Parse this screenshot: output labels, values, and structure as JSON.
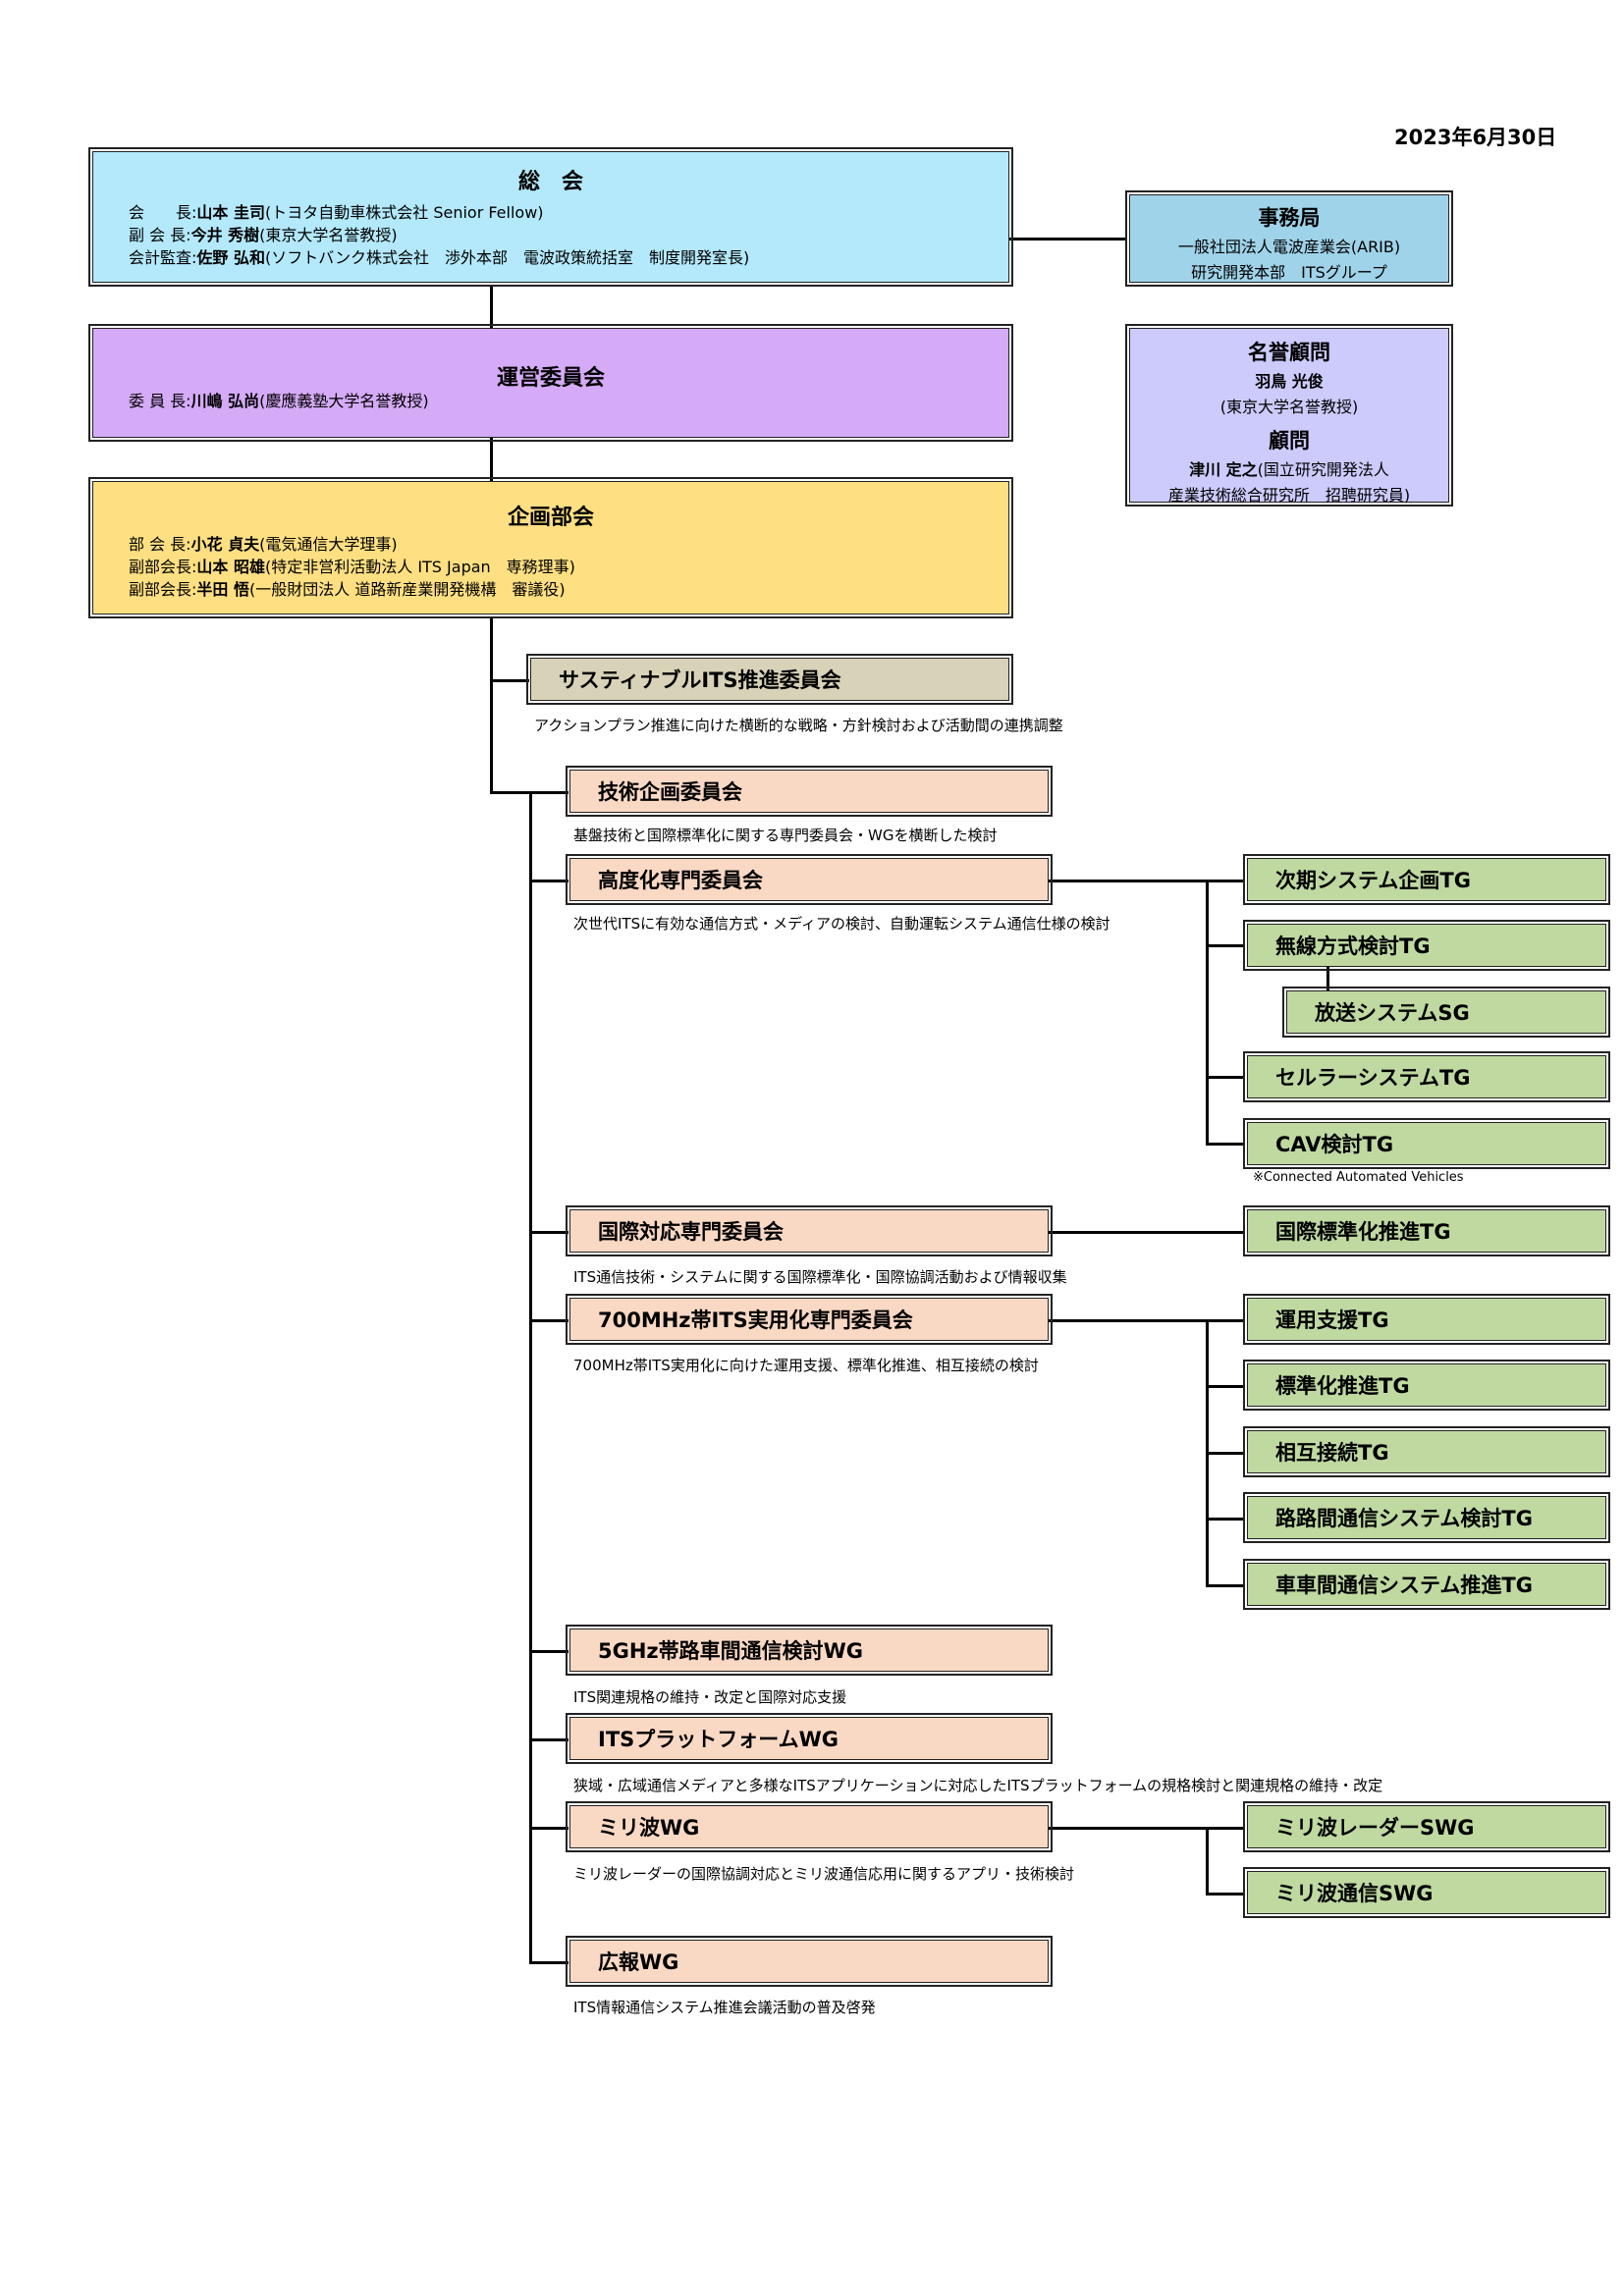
{
  "date": "2023年6月30日",
  "general_assembly": {
    "title": "総　会",
    "members": [
      {
        "role": "会　　長:",
        "name": "山本 圭司",
        "affil": "(トヨタ自動車株式会社 Senior Fellow)"
      },
      {
        "role": "副 会 長:",
        "name": "今井 秀樹",
        "affil": "(東京大学名誉教授)"
      },
      {
        "role": "会計監査:",
        "name": "佐野 弘和",
        "affil": "(ソフトバンク株式会社　渉外本部　電波政策統括室　制度開発室長)"
      }
    ]
  },
  "secretariat": {
    "title": "事務局",
    "line1": "一般社団法人電波産業会(ARIB)",
    "line2": "研究開発本部　ITSグループ"
  },
  "steering_committee": {
    "title": "運営委員会",
    "members": [
      {
        "role": "委 員 長:",
        "name": "川嶋 弘尚",
        "affil": "(慶應義塾大学名誉教授)"
      }
    ]
  },
  "advisors": {
    "honorary_title": "名誉顧問",
    "honorary_name": "羽鳥 光俊",
    "honorary_affil": "(東京大学名誉教授)",
    "advisor_title": "顧問",
    "advisor_name": "津川 定之",
    "advisor_affil1": "(国立研究開発法人",
    "advisor_affil2": "産業技術総合研究所　招聘研究員)"
  },
  "planning": {
    "title": "企画部会",
    "members": [
      {
        "role": "部 会 長:",
        "name": "小花 貞夫",
        "affil": "(電気通信大学理事)"
      },
      {
        "role": "副部会長:",
        "name": "山本 昭雄",
        "affil": "(特定非営利活動法人 ITS Japan　専務理事)"
      },
      {
        "role": "副部会長:",
        "name": "半田 悟",
        "affil": "(一般財団法人 道路新産業開発機構　審議役)"
      }
    ]
  },
  "sustainable": {
    "title": "サスティナブルITS推進委員会",
    "desc": "アクションプラン推進に向けた横断的な戦略・方針検討および活動間の連携調整"
  },
  "committees": [
    {
      "title": "技術企画委員会",
      "desc": "基盤技術と国際標準化に関する専門委員会・WGを横断した検討"
    },
    {
      "title": "高度化専門委員会",
      "desc": "次世代ITSに有効な通信方式・メディアの検討、自動運転システム通信仕様の検討"
    },
    {
      "title": "国際対応専門委員会",
      "desc": "ITS通信技術・システムに関する国際標準化・国際協調活動および情報収集"
    },
    {
      "title": "700MHz帯ITS実用化専門委員会",
      "desc": "700MHz帯ITS実用化に向けた運用支援、標準化推進、相互接続の検討"
    },
    {
      "title": "5GHz帯路車間通信検討WG",
      "desc": "ITS関連規格の維持・改定と国際対応支援"
    },
    {
      "title": "ITSプラットフォームWG",
      "desc": "狭域・広域通信メディアと多様なITSアプリケーションに対応したITSプラットフォームの規格検討と関連規格の維持・改定"
    },
    {
      "title": "ミリ波WG",
      "desc": "ミリ波レーダーの国際協調対応とミリ波通信応用に関するアプリ・技術検討"
    },
    {
      "title": "広報WG",
      "desc": "ITS情報通信システム推進会議活動の普及啓発"
    }
  ],
  "advanced_groups": [
    "次期システム企画TG",
    "無線方式検討TG",
    "放送システムSG",
    "セルラーシステムTG",
    "CAV検討TG"
  ],
  "cav_note": "※Connected Automated Vehicles",
  "intl_groups": [
    "国際標準化推進TG"
  ],
  "mhz700_groups": [
    "運用支援TG",
    "標準化推進TG",
    "相互接続TG",
    "路路間通信システム検討TG",
    "車車間通信システム推進TG"
  ],
  "mmwave_groups": [
    "ミリ波レーダーSWG",
    "ミリ波通信SWG"
  ]
}
